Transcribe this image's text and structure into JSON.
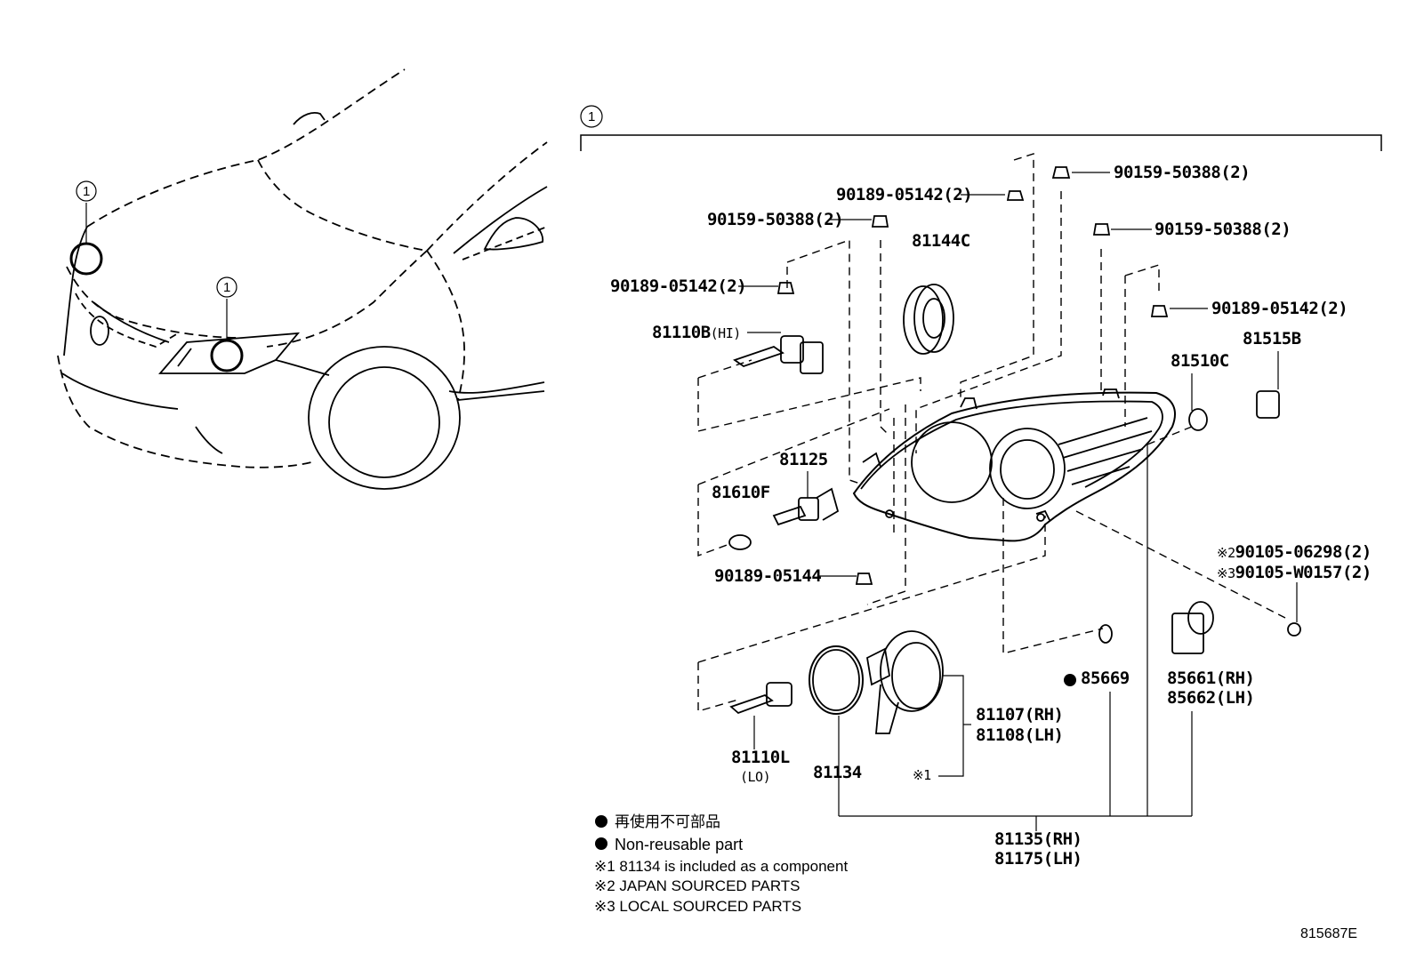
{
  "callout_number": "1",
  "parts": {
    "p90159_top": "90159-50388(2)",
    "p90189_top": "90189-05142(2)",
    "p90159_left": "90159-50388(2)",
    "p90159_right": "90159-50388(2)",
    "p81144c": "81144C",
    "p90189_left": "90189-05142(2)",
    "p90189_right": "90189-05142(2)",
    "p81110b": "81110B",
    "p81110b_sub": "(HI)",
    "p81515b": "81515B",
    "p81510c": "81510C",
    "p81125": "81125",
    "p81610f": "81610F",
    "p90105_jp": "90105-06298(2)",
    "p90105_jp_mark": "※2",
    "p90105_local": "90105-W0157(2)",
    "p90105_local_mark": "※3",
    "p90189_05144": "90189-05144",
    "p85669": "85669",
    "p85661": "85661(RH)",
    "p85662": "85662(LH)",
    "p81107": "81107(RH)",
    "p81108": "81108(LH)",
    "p81110l": "81110L",
    "p81110l_sub": "(LO)",
    "p81134": "81134",
    "note_mark1": "※1",
    "p81135": "81135(RH)",
    "p81175": "81175(LH)"
  },
  "legend": {
    "jp_nonreusable": "再使用不可部品",
    "en_nonreusable": "Non-reusable part",
    "note1": "※1 81134 is included as a component",
    "note2": "※2 JAPAN SOURCED PARTS",
    "note3": "※3 LOCAL SOURCED PARTS"
  },
  "diagram_code": "815687E"
}
